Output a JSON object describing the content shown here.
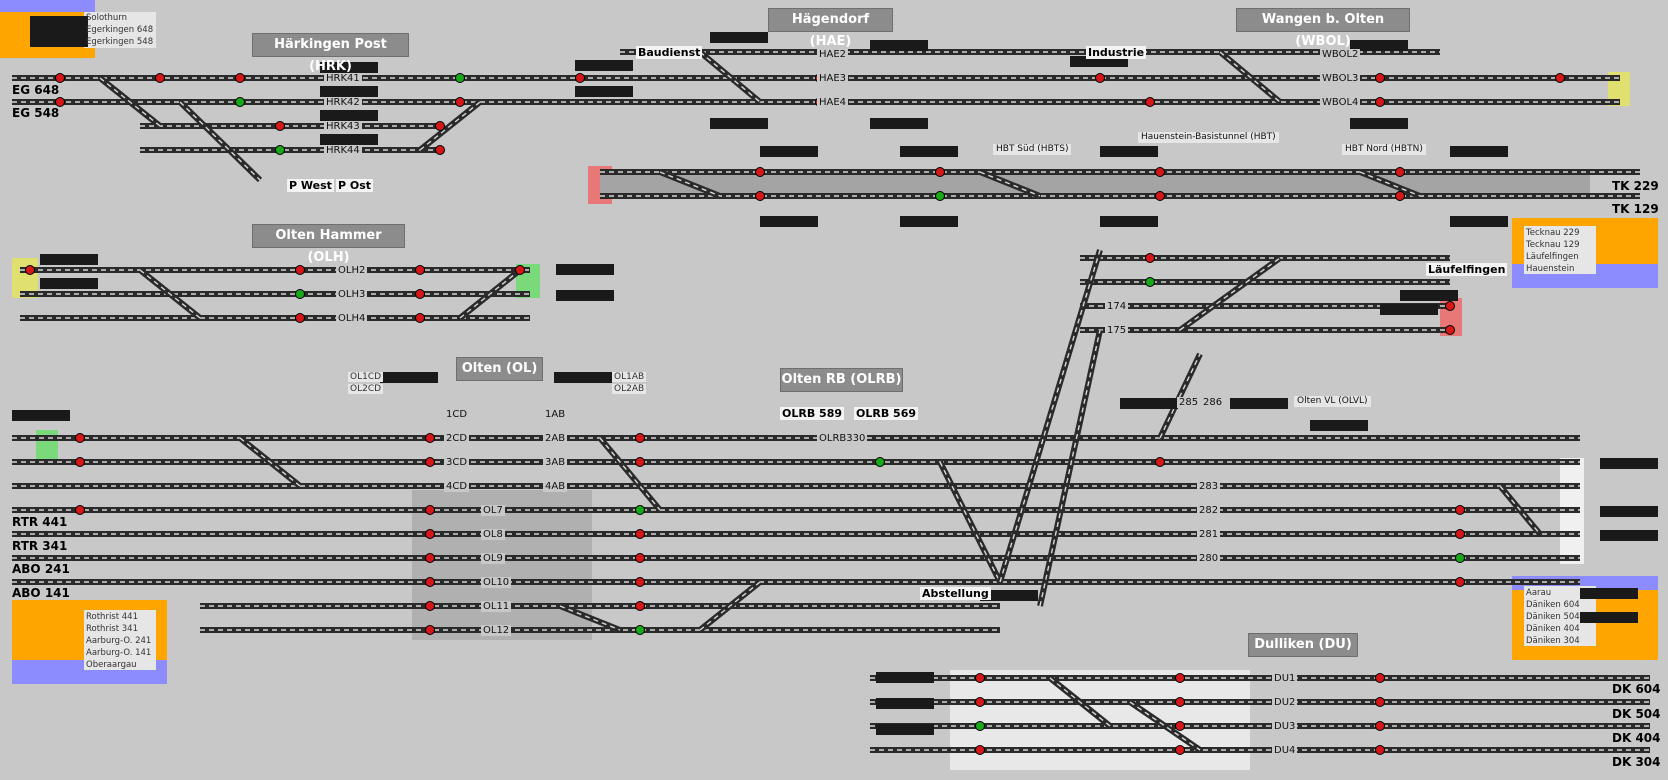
{
  "stations": [
    {
      "id": "hrk",
      "label": "Härkingen Post (HRK)"
    },
    {
      "id": "hae",
      "label": "Hägendorf (HAE)"
    },
    {
      "id": "wbol",
      "label": "Wangen b. Olten (WBOL)"
    },
    {
      "id": "olh",
      "label": "Olten Hammer (OLH)"
    },
    {
      "id": "ol",
      "label": "Olten (OL)"
    },
    {
      "id": "olrb",
      "label": "Olten RB (OLRB)"
    },
    {
      "id": "du",
      "label": "Dulliken (DU)"
    }
  ],
  "section_labels": {
    "hbts": "HBT Süd (HBTS)",
    "hbt": "Hauenstein-Basistunnel (HBT)",
    "hbtn": "HBT Nord (HBTN)",
    "olvl": "Olten VL (OLVL)"
  },
  "track_labels": {
    "hrk41": "HRK41",
    "hrk42": "HRK42",
    "hrk43": "HRK43",
    "hrk44": "HRK44",
    "hae2": "HAE2",
    "hae3": "HAE3",
    "hae4": "HAE4",
    "wbol2": "WBOL2",
    "wbol3": "WBOL3",
    "wbol4": "WBOL4",
    "olh2": "OLH2",
    "olh3": "OLH3",
    "olh4": "OLH4",
    "t1cd": "1CD",
    "t1ab": "1AB",
    "t2cd": "2CD",
    "t2ab": "2AB",
    "t3cd": "3CD",
    "t3ab": "3AB",
    "t4cd": "4CD",
    "t4ab": "4AB",
    "ol7": "OL7",
    "ol8": "OL8",
    "ol9": "OL9",
    "ol10": "OL10",
    "ol11": "OL11",
    "ol12": "OL12",
    "olrb330": "OLRB330",
    "t174": "174",
    "t175": "175",
    "t285": "285",
    "t286": "286",
    "t283": "283",
    "t282": "282",
    "t281": "281",
    "t280": "280",
    "du1": "DU1",
    "du2": "DU2",
    "du3": "DU3",
    "du4": "DU4",
    "ol1cd": "OL1CD",
    "ol2cd": "OL2CD",
    "ol1ab": "OL1AB",
    "ol2ab": "OL2AB"
  },
  "locations": {
    "baudienst": "Baudienst",
    "industrie": "Industrie",
    "p_west": "P West",
    "p_ost": "P Ost",
    "olrb589": "OLRB 589",
    "olrb569": "OLRB 569",
    "abstellung": "Abstellung",
    "laufelfingen": "Läufelfingen"
  },
  "edge_labels": {
    "eg648": "EG 648",
    "eg548": "EG 548",
    "tk229": "TK 229",
    "tk129": "TK 129",
    "rtr441": "RTR 441",
    "rtr341": "RTR 341",
    "abo241": "ABO 241",
    "abo141": "ABO 141",
    "dk604": "DK 604",
    "dk504": "DK 504",
    "dk404": "DK 404",
    "dk304": "DK 304"
  },
  "panels": {
    "nw": [
      "Solothurn",
      "Egerkingen 648",
      "Egerkingen 548"
    ],
    "ne": [
      "Tecknau 229",
      "Tecknau 129",
      "Läufelfingen",
      "Hauenstein"
    ],
    "sw": [
      "Rothrist 441",
      "Rothrist 341",
      "Aarburg-O. 241",
      "Aarburg-O. 141",
      "Oberaargau"
    ],
    "se": [
      "Aarau",
      "Däniken 604",
      "Däniken 504",
      "Däniken 404",
      "Däniken 304"
    ]
  },
  "colors": {
    "background": "#c8c8c8",
    "track": "#2a2a2a",
    "signal_red": "#d41818",
    "signal_green": "#18a818",
    "panel_orange": "#ffa500",
    "panel_blue": "#8c8cff",
    "edge_yellow": "#e0e070",
    "edge_green": "#7ad97a",
    "edge_red": "#e87878",
    "display": "#1a1a1a",
    "title_box": "#8c8c8c"
  }
}
